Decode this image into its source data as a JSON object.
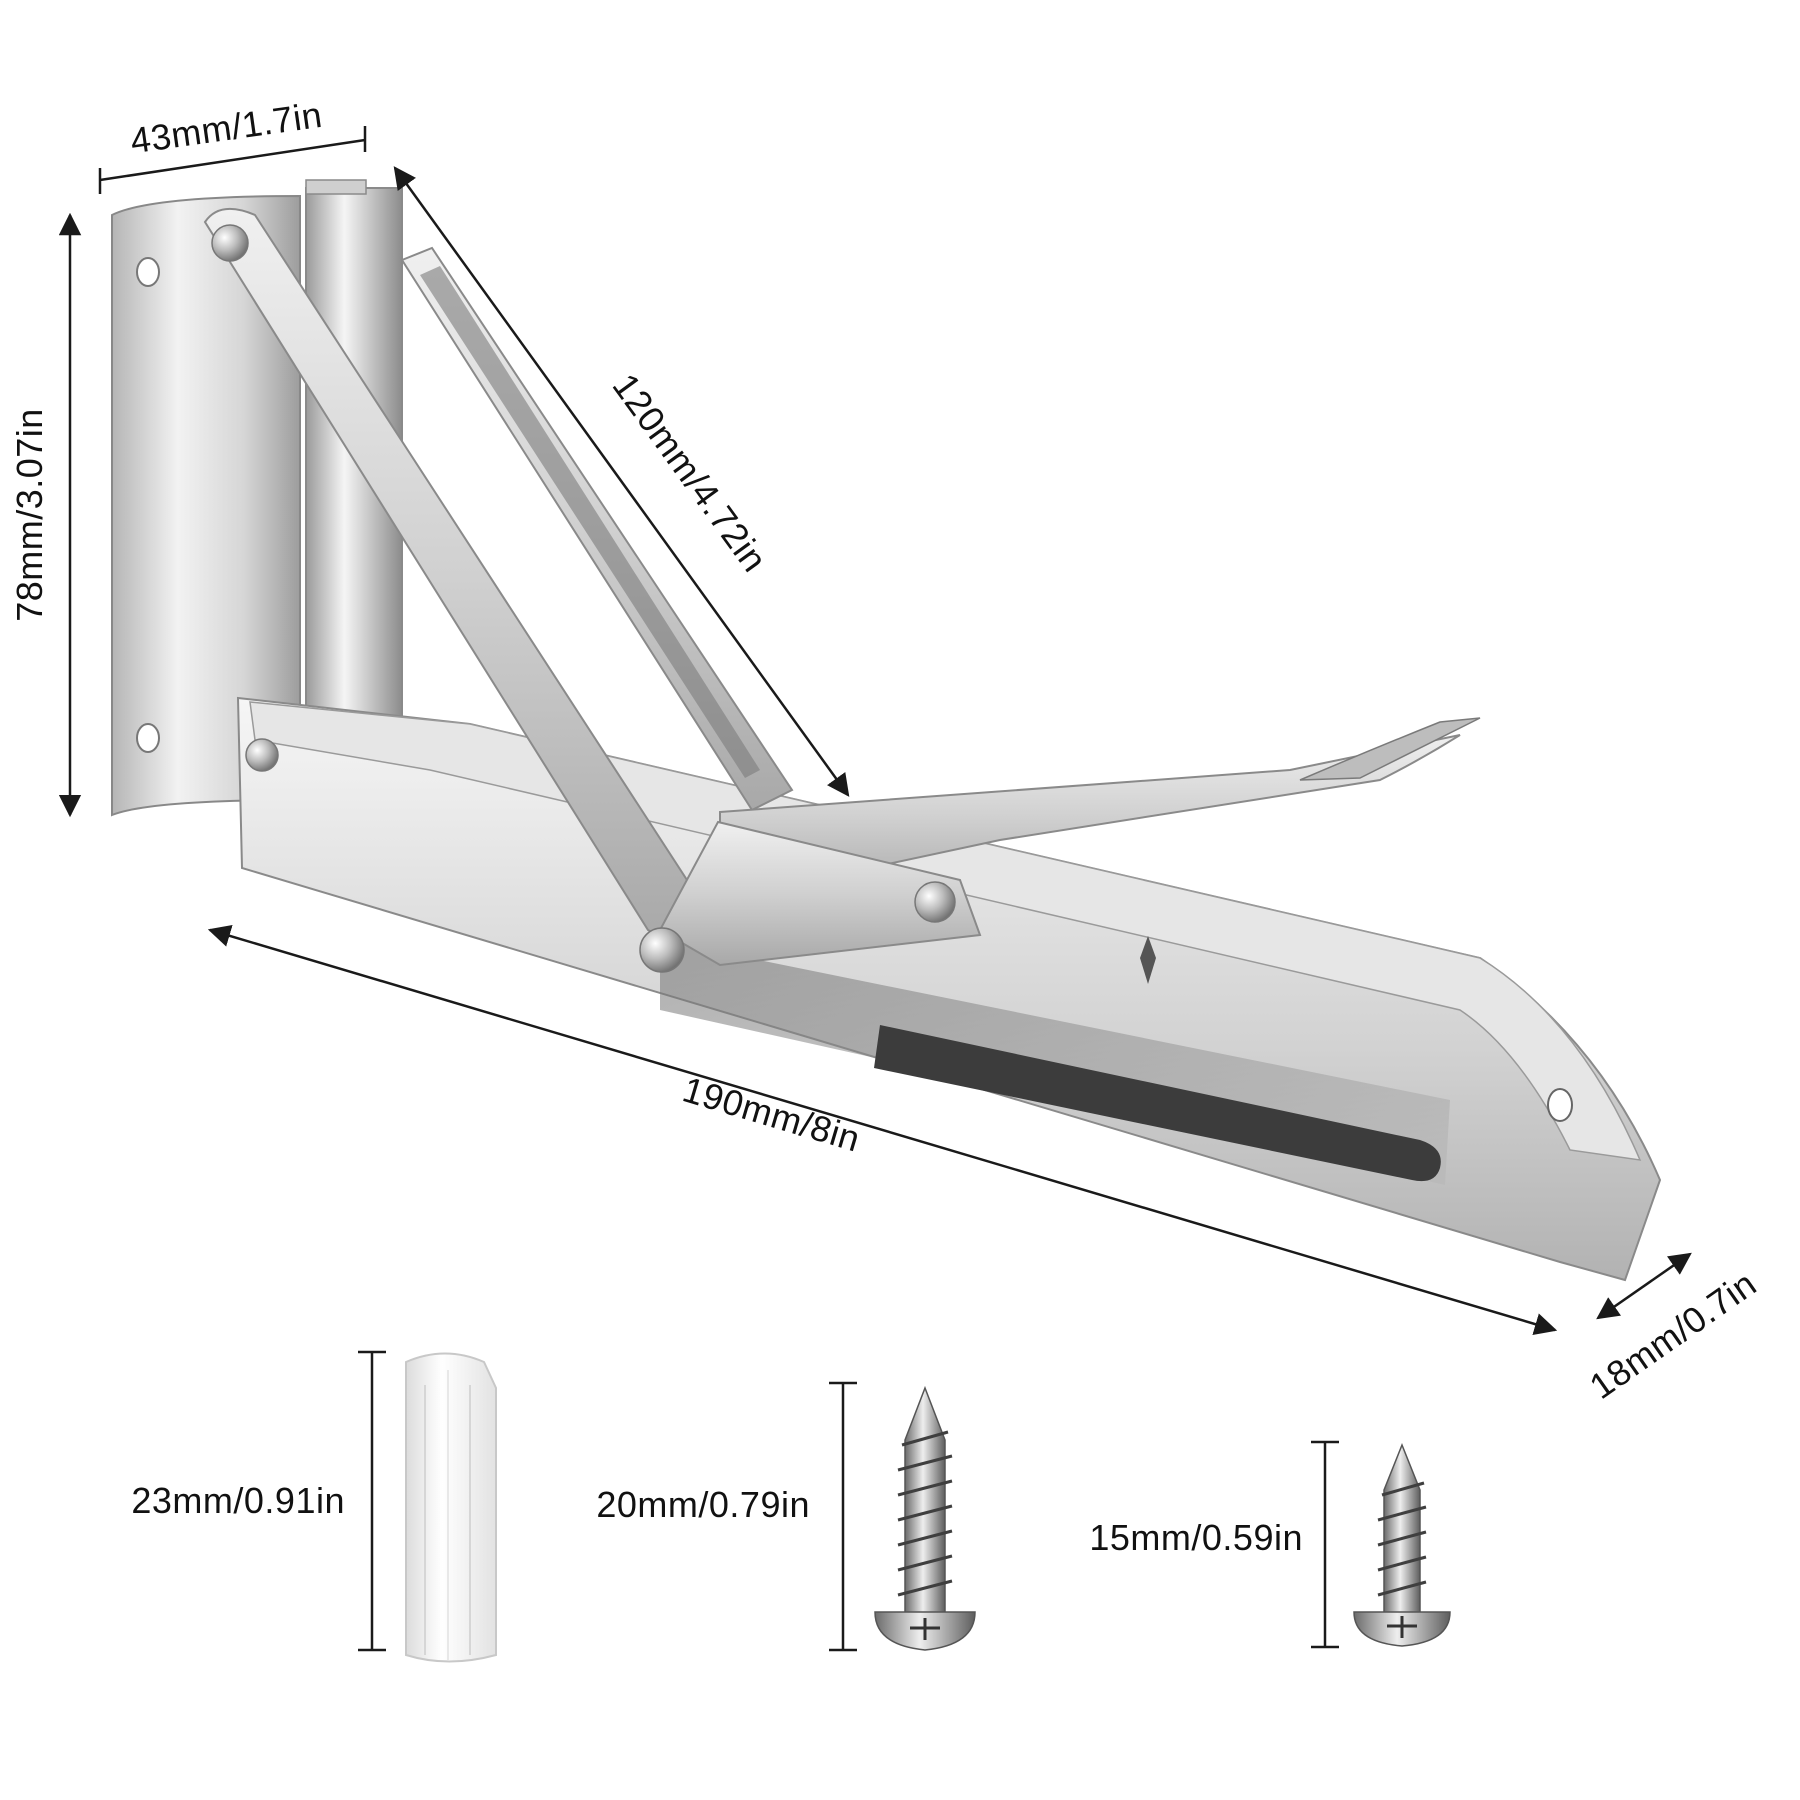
{
  "dimensions": {
    "bracket_width": "43mm/1.7in",
    "bracket_height": "78mm/3.07in",
    "arm_length": "120mm/4.72in",
    "bracket_length": "190mm/8in",
    "bracket_depth": "18mm/0.7in",
    "anchor_length": "23mm/0.91in",
    "long_screw_length": "20mm/0.79in",
    "short_screw_length": "15mm/0.59in"
  },
  "colors": {
    "dimension_line": "#1a1a1a",
    "steel_light": "#eeeeee",
    "steel_mid": "#c9c9c9",
    "steel_dark": "#8a8a8a",
    "anchor": "#f4f4f4"
  },
  "icons": {
    "bracket": "folding-shelf-bracket",
    "anchor": "wall-anchor",
    "screw": "self-tapping-screw"
  }
}
